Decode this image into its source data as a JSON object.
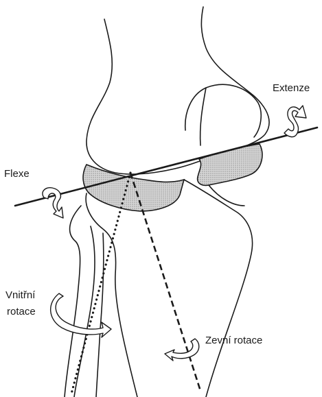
{
  "labels": {
    "extension": "Extenze",
    "flexion": "Flexe",
    "internal_rotation_line1": "Vnitřní",
    "internal_rotation_line2": "rotace",
    "external_rotation": "Zevní rotace"
  },
  "colors": {
    "ink": "#1a1a1a",
    "meniscus_fill": "#c8c8c8",
    "background": "#ffffff"
  },
  "icons": [
    "curved-arrow-extension-icon",
    "curved-arrow-flexion-icon",
    "curved-arrow-internal-rotation-icon",
    "curved-arrow-external-rotation-icon"
  ]
}
